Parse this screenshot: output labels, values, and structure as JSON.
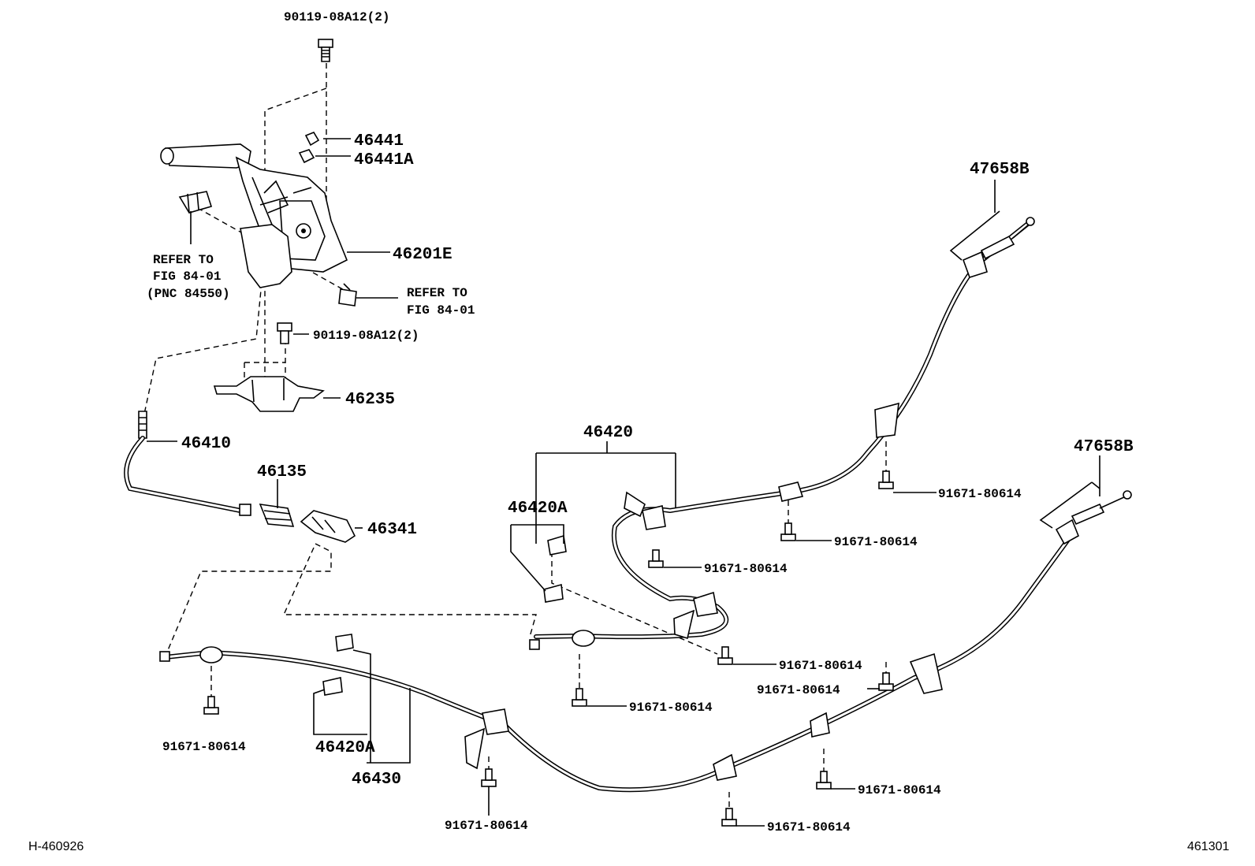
{
  "diagram": {
    "figure_code_left": "H-460926",
    "figure_code_right": "461301",
    "callouts": {
      "bolt_top": "90119-08A12(2)",
      "bushing": "46441",
      "bushing_a": "46441A",
      "lever": "46201E",
      "bolt_mid": "90119-08A12(2)",
      "bracket": "46235",
      "front_cable": "46410",
      "equalizer": "46135",
      "cover": "46341",
      "cable_right_asm": "46420",
      "clip_right": "46420A",
      "clip_left": "46420A",
      "cable_left_asm": "46430",
      "spring_upper": "47658B",
      "spring_lower": "47658B",
      "screw": "91671-80614"
    },
    "refer_left": [
      "REFER TO",
      "FIG 84-01",
      "(PNC 84550)"
    ],
    "refer_right": [
      "REFER TO",
      "FIG 84-01"
    ]
  }
}
